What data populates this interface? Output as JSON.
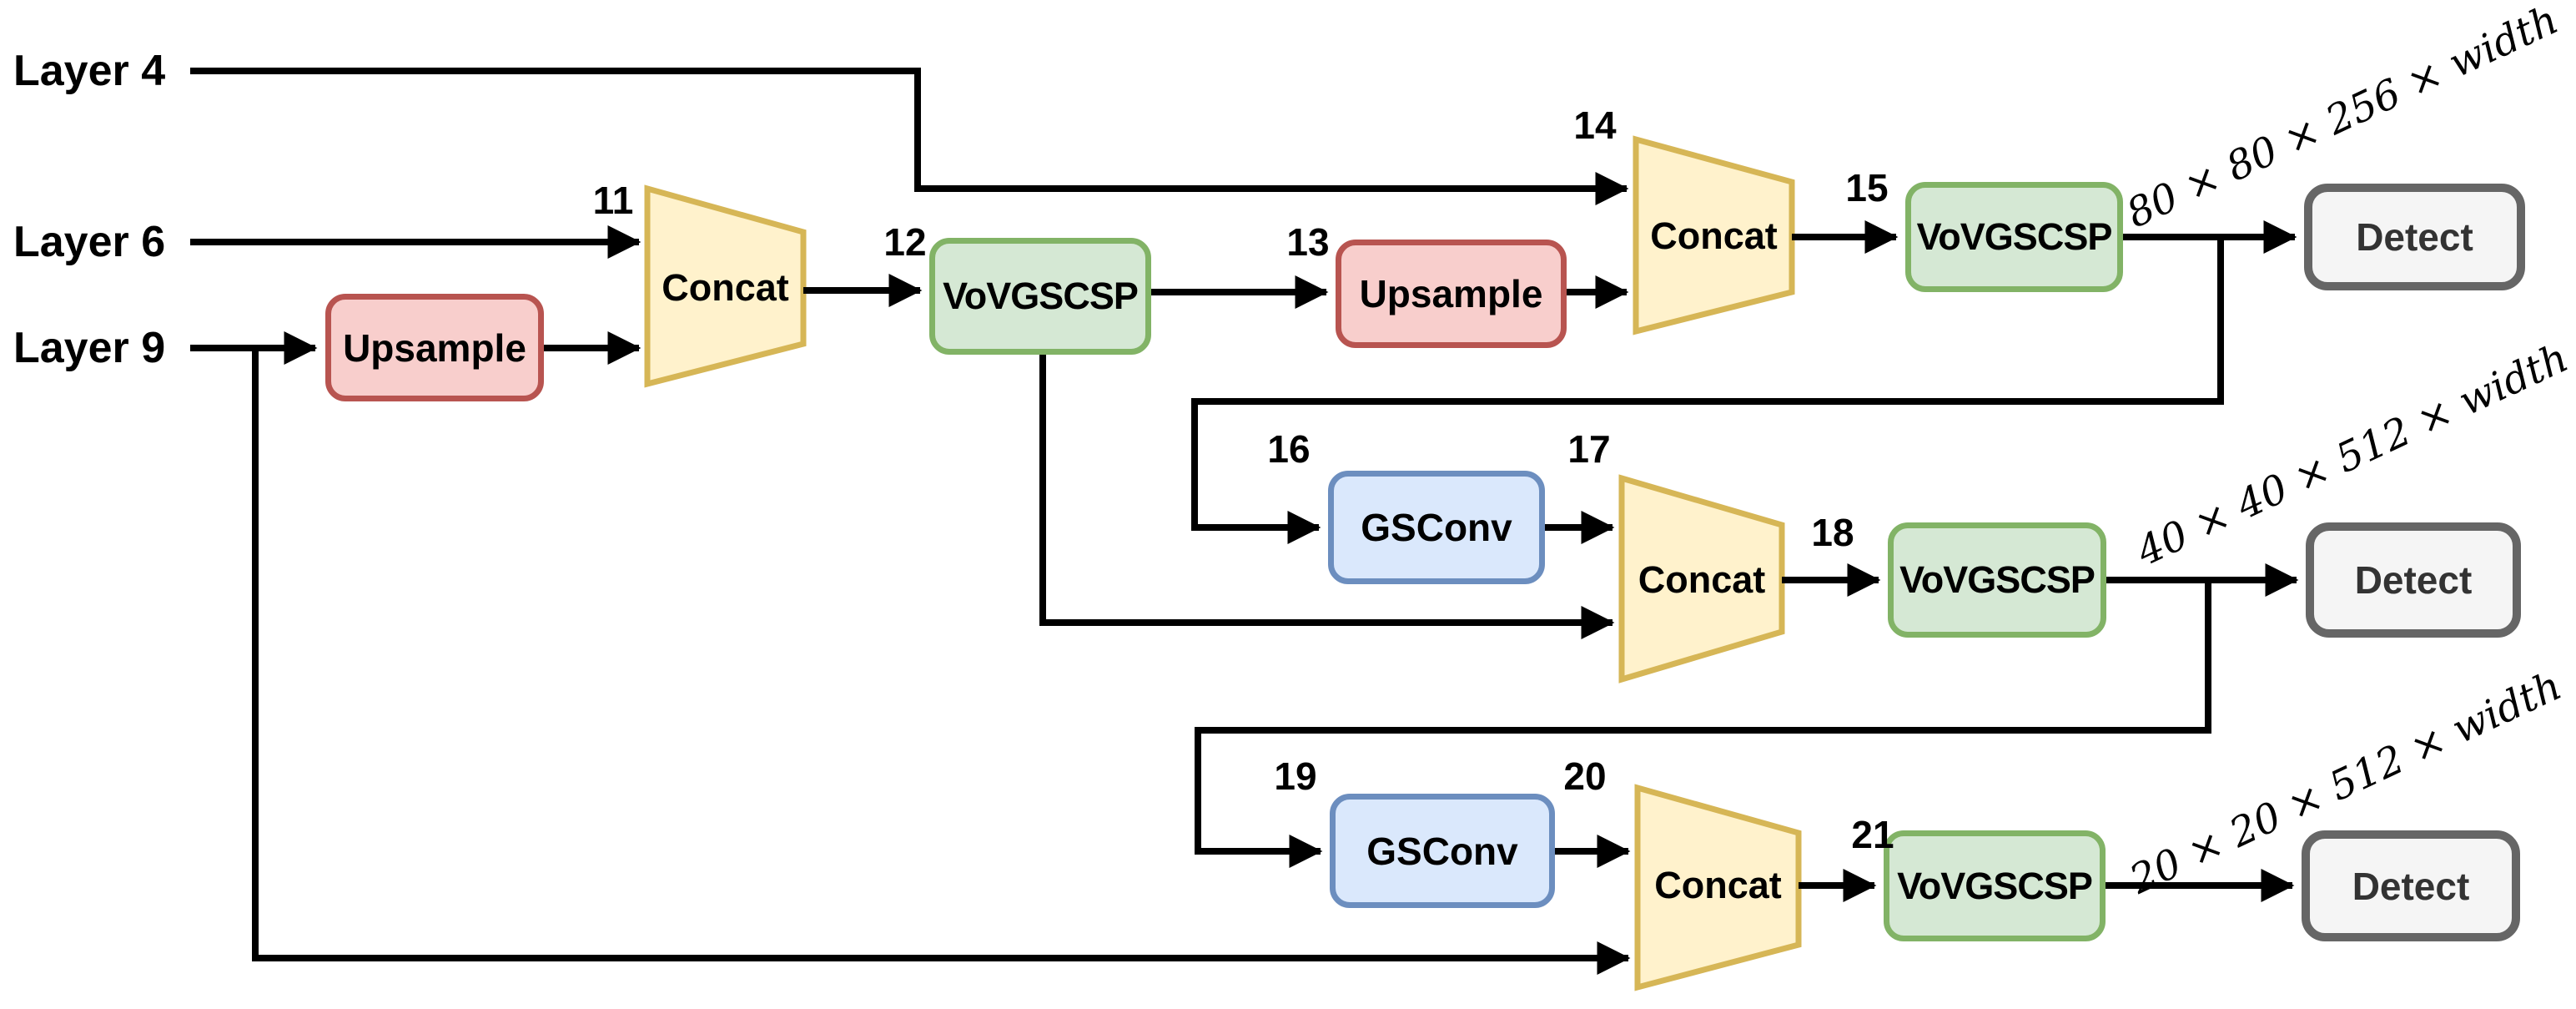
{
  "inputs": [
    {
      "label": "Layer 4"
    },
    {
      "label": "Layer 6"
    },
    {
      "label": "Layer 9"
    }
  ],
  "nodes": [
    {
      "label": "Upsample",
      "index": ""
    },
    {
      "label": "Concat",
      "index": "11"
    },
    {
      "label": "VoVGSCSP",
      "index": "12"
    },
    {
      "label": "Upsample",
      "index": "13"
    },
    {
      "label": "Concat",
      "index": "14"
    },
    {
      "label": "VoVGSCSP",
      "index": "15"
    },
    {
      "label": "Detect",
      "index": ""
    },
    {
      "label": "GSConv",
      "index": "16"
    },
    {
      "label": "Concat",
      "index": "17"
    },
    {
      "label": "VoVGSCSP",
      "index": "18"
    },
    {
      "label": "Detect",
      "index": ""
    },
    {
      "label": "GSConv",
      "index": "19"
    },
    {
      "label": "Concat",
      "index": "20"
    },
    {
      "label": "VoVGSCSP",
      "index": "21"
    },
    {
      "label": "Detect",
      "index": ""
    }
  ],
  "output_labels": [
    {
      "text": "80 × 80 × 256 × width"
    },
    {
      "text": "40 × 40 × 512 × width"
    },
    {
      "text": "20 × 20 × 512 × width"
    }
  ],
  "palette": {
    "upsample_fill": "#f8cecc",
    "upsample_stroke": "#b85450",
    "concat_fill": "#fff2cc",
    "concat_stroke": "#d6b656",
    "vovgscsp_fill": "#d5e8d4",
    "vovgscsp_stroke": "#82b366",
    "gsconv_fill": "#dae8fc",
    "gsconv_stroke": "#6c8ebf",
    "detect_fill": "#f5f5f5",
    "detect_stroke": "#666666",
    "detect_text": "#333333",
    "line": "#000000"
  }
}
